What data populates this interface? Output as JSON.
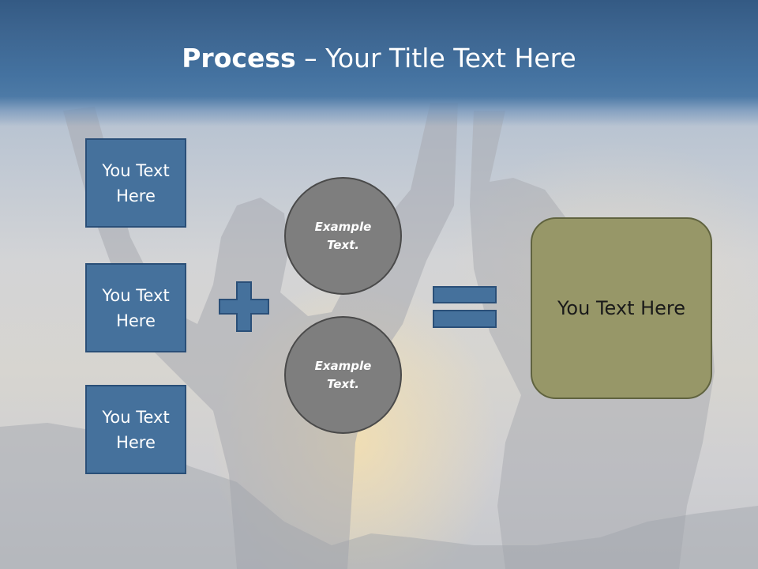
{
  "title": {
    "bold": "Process",
    "rest": " – Your Title Text Here"
  },
  "left_boxes": [
    {
      "label": "You Text Here"
    },
    {
      "label": "You Text Here"
    },
    {
      "label": "You Text Here"
    }
  ],
  "circles": [
    {
      "label": "Example Text."
    },
    {
      "label": "Example Text."
    }
  ],
  "result_box": {
    "label": "You Text Here"
  },
  "colors": {
    "title_band": "#3d6590",
    "box_fill": "#45719c",
    "box_border": "#2a4f78",
    "circle_fill": "#7e7e7e",
    "result_fill": "#979768",
    "operator_fill": "#45719c"
  },
  "icons": {
    "plus": "plus-icon",
    "equals": "equals-icon"
  }
}
